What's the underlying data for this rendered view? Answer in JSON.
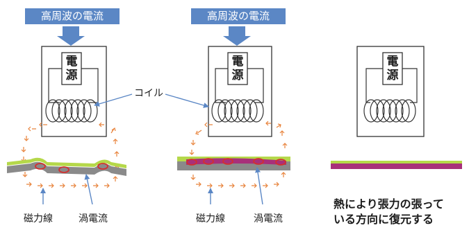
{
  "panels": [
    {
      "banner": "高周波の電流",
      "power_source": [
        "電",
        "源"
      ],
      "field_lines_label": "磁力線",
      "eddy_current_label": "渦電流"
    },
    {
      "banner": "高周波の電流",
      "power_source": [
        "電",
        "源"
      ],
      "field_lines_label": "磁力線",
      "eddy_current_label": "渦電流"
    },
    {
      "power_source": [
        "電",
        "源"
      ]
    }
  ],
  "coil_label": "コイル",
  "caption": [
    "熱により張力の張って",
    "いる方向に復元する"
  ],
  "colors": {
    "banner_bg": "#5b87c5",
    "arrow": "#5b87c5",
    "sheet_green": "#b5d84a",
    "sheet_gray": "#8a8a8a",
    "heated": "#a8307a",
    "eddy": "#d23030",
    "field_arrow": "#e8823a"
  }
}
